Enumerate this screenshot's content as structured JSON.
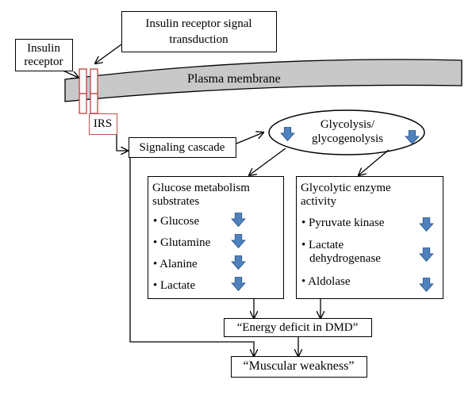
{
  "labels": {
    "insulin_receptor_line1": "Insulin",
    "insulin_receptor_line2": "receptor",
    "signal_line1": "Insulin receptor signal",
    "signal_line2": "transduction",
    "plasma_membrane": "Plasma membrane",
    "irs": "IRS",
    "signaling_cascade": "Signaling cascade",
    "glycolysis_line1": "Glycolysis/",
    "glycolysis_line2": "glycogenolysis",
    "energy_deficit": "“Energy deficit in DMD”",
    "muscular_weakness": "“Muscular weakness”"
  },
  "substrates": {
    "title_line1": "Glucose metabolism",
    "title_line2": "substrates",
    "items": [
      {
        "label": "• Glucose",
        "trend": "decreased"
      },
      {
        "label": "• Glutamine",
        "trend": "decreased"
      },
      {
        "label": "• Alanine",
        "trend": "decreased"
      },
      {
        "label": "• Lactate",
        "trend": "decreased"
      }
    ]
  },
  "enzymes": {
    "title_line1": "Glycolytic enzyme",
    "title_line2": "activity",
    "items": [
      {
        "label": "• Pyruvate kinase",
        "trend": "decreased"
      },
      {
        "label": "• Lactate",
        "label2": "dehydrogenase",
        "trend": "decreased"
      },
      {
        "label": "• Aldolase",
        "trend": "decreased"
      }
    ]
  },
  "colors": {
    "membrane_fill": "#c8c8c8",
    "receptor_stroke": "#c0504d",
    "down_arrow_fill": "#4f81bd",
    "down_arrow_stroke": "#2c5a8c"
  },
  "icons": {
    "down_arrow": "blue-down-arrow-icon"
  }
}
